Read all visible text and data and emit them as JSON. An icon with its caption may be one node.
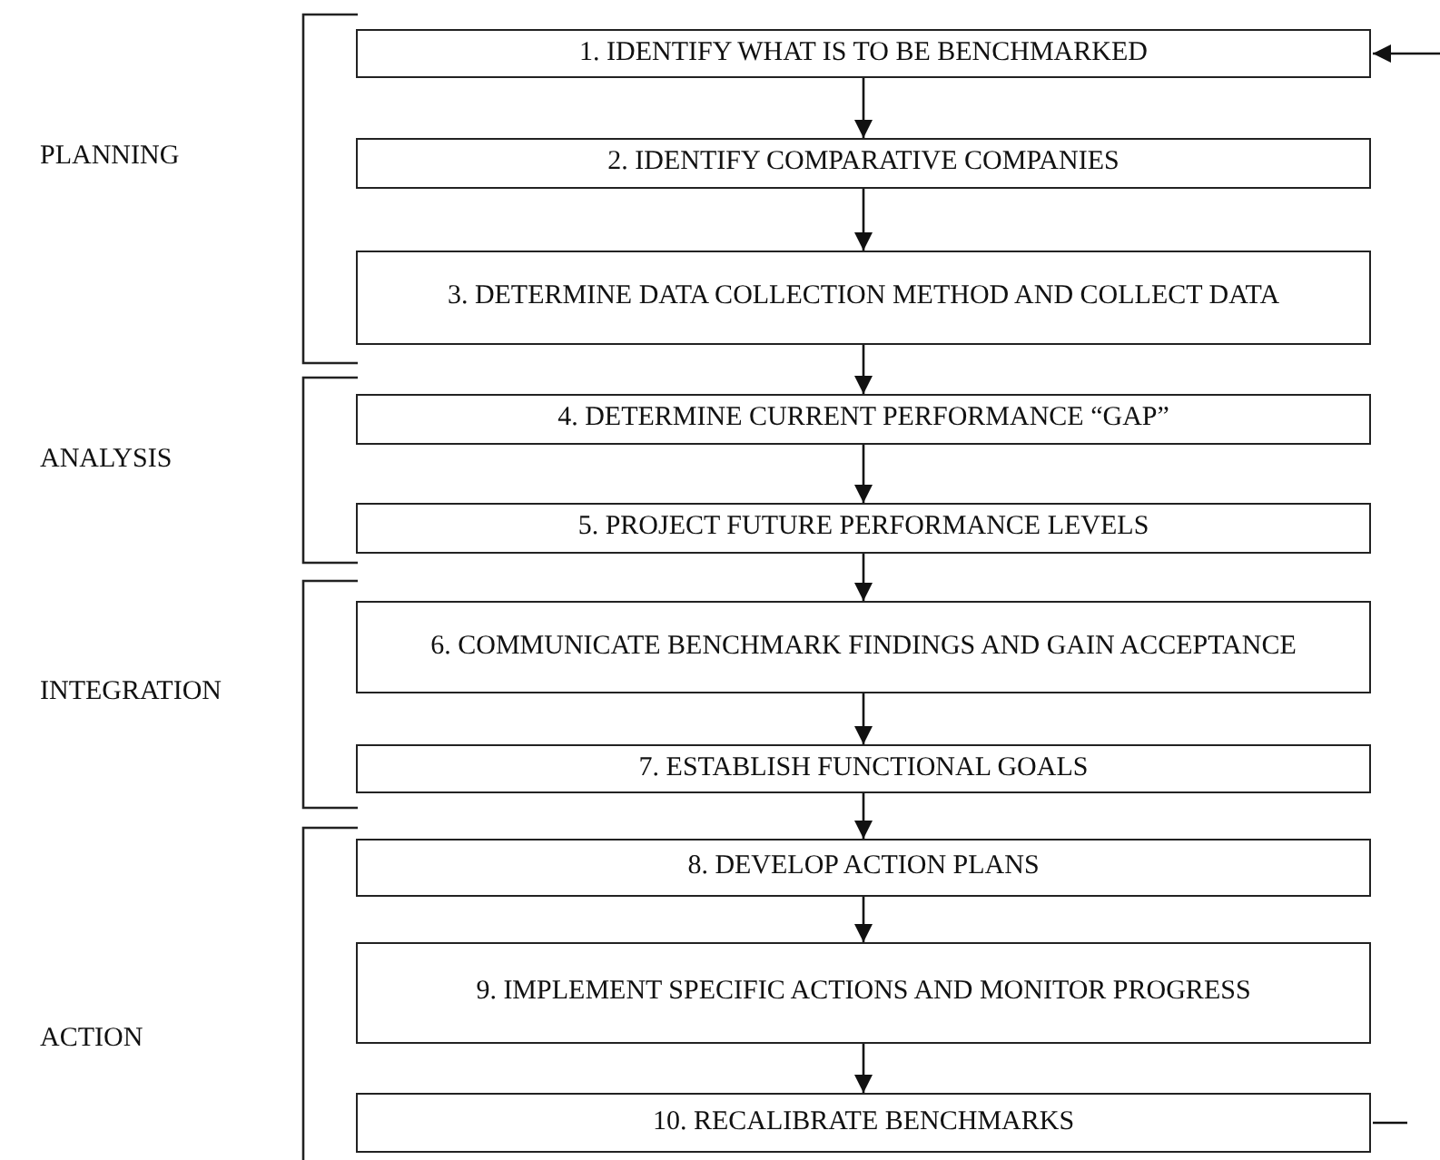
{
  "diagram": {
    "nodes": [
      {
        "text": [
          "1. IDENTIFY WHAT IS TO BE BENCHMARKED"
        ]
      },
      {
        "text": [
          "2. IDENTIFY COMPARATIVE COMPANIES"
        ]
      },
      {
        "text": [
          "3. DETERMINE DATA COLLECTION METHOD AND COLLECT DATA"
        ]
      },
      {
        "text": [
          "4. DETERMINE CURRENT PERFORMANCE “GAP”"
        ]
      },
      {
        "text": [
          "5. PROJECT FUTURE PERFORMANCE LEVELS"
        ]
      },
      {
        "text": [
          "6. COMMUNICATE BENCHMARK FINDINGS AND GAIN ACCEPTANCE"
        ]
      },
      {
        "text": [
          "7. ESTABLISH FUNCTIONAL GOALS"
        ]
      },
      {
        "text": [
          "8. DEVELOP ACTION PLANS"
        ]
      },
      {
        "text": [
          "9. IMPLEMENT SPECIFIC ACTIONS AND MONITOR PROGRESS"
        ]
      },
      {
        "text": [
          "10. RECALIBRATE BENCHMARKS"
        ]
      }
    ],
    "edges": [
      {
        "from": null,
        "to": 0,
        "arrow": "to"
      },
      {
        "from": 0,
        "to": 1,
        "arrow": "to"
      },
      {
        "from": 1,
        "to": 2,
        "arrow": "to"
      },
      {
        "from": 2,
        "to": 3,
        "arrow": "to"
      },
      {
        "from": 3,
        "to": 4,
        "arrow": "to"
      },
      {
        "from": 4,
        "to": 5,
        "arrow": "to"
      },
      {
        "from": 5,
        "to": 6,
        "arrow": "to"
      },
      {
        "from": 6,
        "to": 7,
        "arrow": "to"
      },
      {
        "from": 7,
        "to": 8,
        "arrow": "to"
      },
      {
        "from": 8,
        "to": 9,
        "arrow": "to"
      },
      {
        "from": 9,
        "to": null,
        "arrow": "none"
      }
    ],
    "labels": [
      "PLANNING",
      "ANALYSIS",
      "INTEGRATION",
      "ACTION"
    ]
  }
}
